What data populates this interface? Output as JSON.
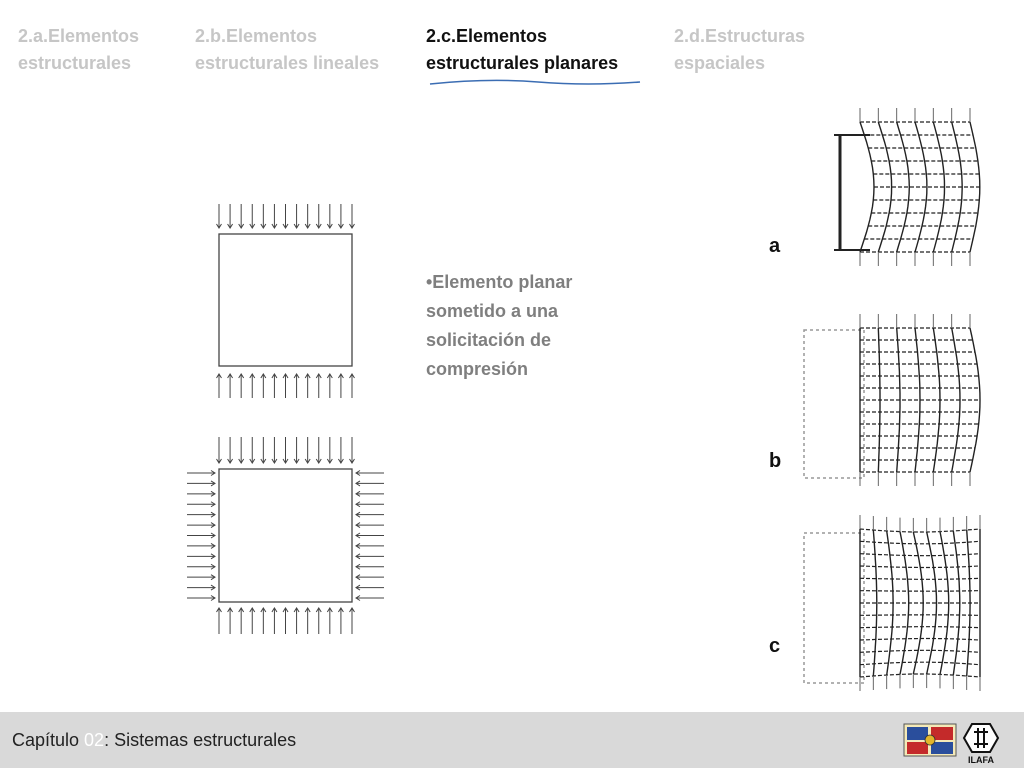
{
  "nav": {
    "tabs": [
      {
        "line1": "2.a.Elementos",
        "line2": "estructurales",
        "active": false
      },
      {
        "line1": "2.b.Elementos",
        "line2": "estructurales lineales",
        "active": false
      },
      {
        "line1": "2.c.Elementos",
        "line2": "estructurales planares",
        "active": true
      },
      {
        "line1": "2.d.Estructuras",
        "line2": "espaciales",
        "active": false
      }
    ]
  },
  "content": {
    "bullet_text": "•Elemento planar sometido a una solicitación de compresión"
  },
  "figures": {
    "labels": [
      "a",
      "b",
      "c"
    ]
  },
  "footer": {
    "chapter_prefix": "Capítulo ",
    "chapter_number": "02",
    "chapter_suffix": ": Sistemas estructurales",
    "logo_text": "ILAFA"
  },
  "colors": {
    "inactive_tab": "#c6c6c6",
    "active_tab": "#111111",
    "bullet_text": "#7f7f7f",
    "footer_bg": "#d9d9d9",
    "underline": "#3b6db3"
  }
}
